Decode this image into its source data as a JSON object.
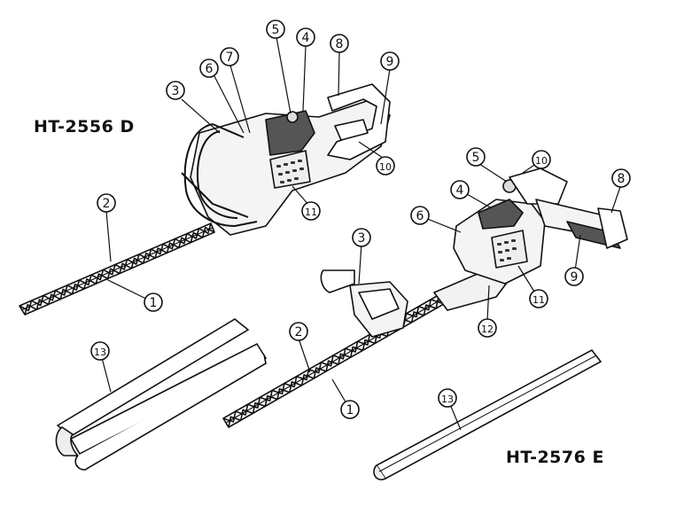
{
  "models": {
    "left": "HT-2556 D",
    "right": "HT-2576 E"
  },
  "callouts": {
    "left": [
      "1",
      "2",
      "3",
      "4",
      "5",
      "6",
      "7",
      "8",
      "9",
      "10",
      "11"
    ],
    "right": [
      "1",
      "2",
      "3",
      "4",
      "5",
      "6",
      "8",
      "9",
      "10",
      "11",
      "12"
    ],
    "sheaths": [
      "13",
      "13"
    ]
  }
}
